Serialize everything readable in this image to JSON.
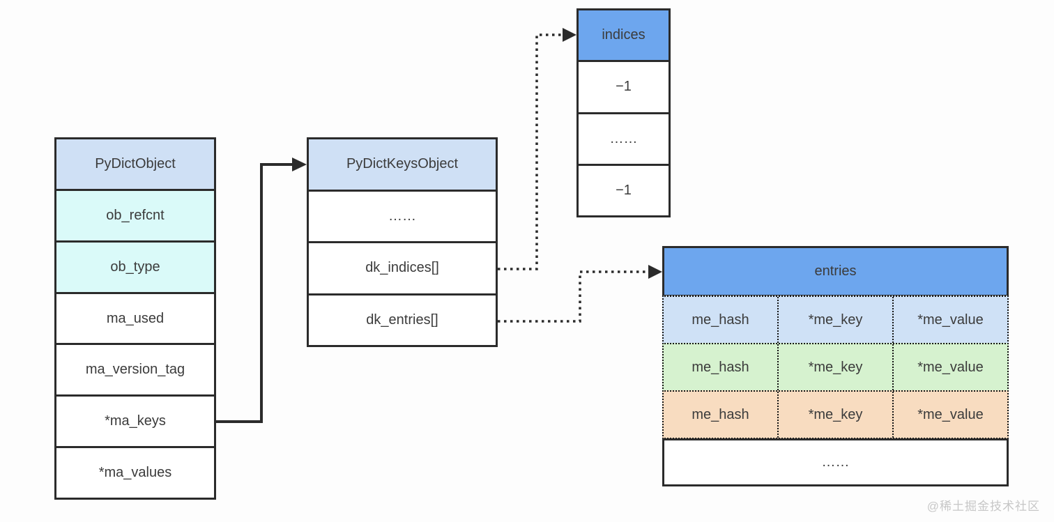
{
  "diagram": {
    "pydict_object": {
      "title": "PyDictObject",
      "rows": [
        "ob_refcnt",
        "ob_type",
        "ma_used",
        "ma_version_tag",
        "*ma_keys",
        "*ma_values"
      ]
    },
    "pydict_keys_object": {
      "title": "PyDictKeysObject",
      "rows": [
        "……",
        "dk_indices[]",
        "dk_entries[]"
      ]
    },
    "indices": {
      "title": "indices",
      "rows": [
        "−1",
        "……",
        "−1"
      ]
    },
    "entries": {
      "title": "entries",
      "rows": [
        {
          "cells": [
            "me_hash",
            "*me_key",
            "*me_value"
          ]
        },
        {
          "cells": [
            "me_hash",
            "*me_key",
            "*me_value"
          ]
        },
        {
          "cells": [
            "me_hash",
            "*me_key",
            "*me_value"
          ]
        }
      ],
      "footer": "……"
    },
    "watermark": "@稀土掘金技术社区"
  },
  "colors": {
    "soft_blue_header": "#cfe0f5",
    "soft_cyan": "#dafaf9",
    "strong_blue": "#6da6ee",
    "entry_row_blue": "#cfe1f6",
    "entry_row_green": "#d6f2cf",
    "entry_row_orange": "#f8dcc0",
    "line": "#2b2b2b"
  }
}
